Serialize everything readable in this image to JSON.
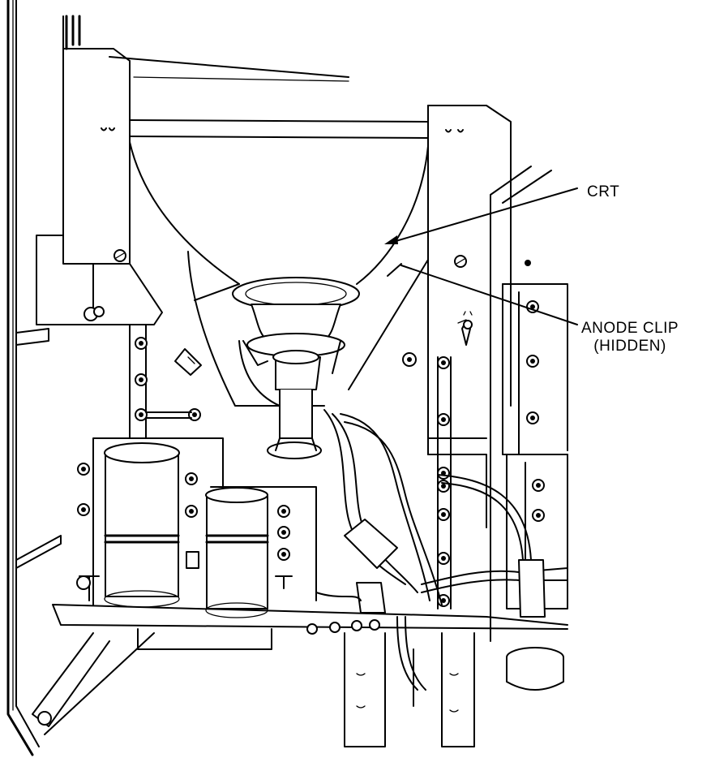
{
  "labels": {
    "crt": "CRT",
    "anode_line1": "ANODE CLIP",
    "anode_line2": "(HIDDEN)"
  },
  "colors": {
    "ink": "#000000",
    "paper": "#ffffff"
  }
}
